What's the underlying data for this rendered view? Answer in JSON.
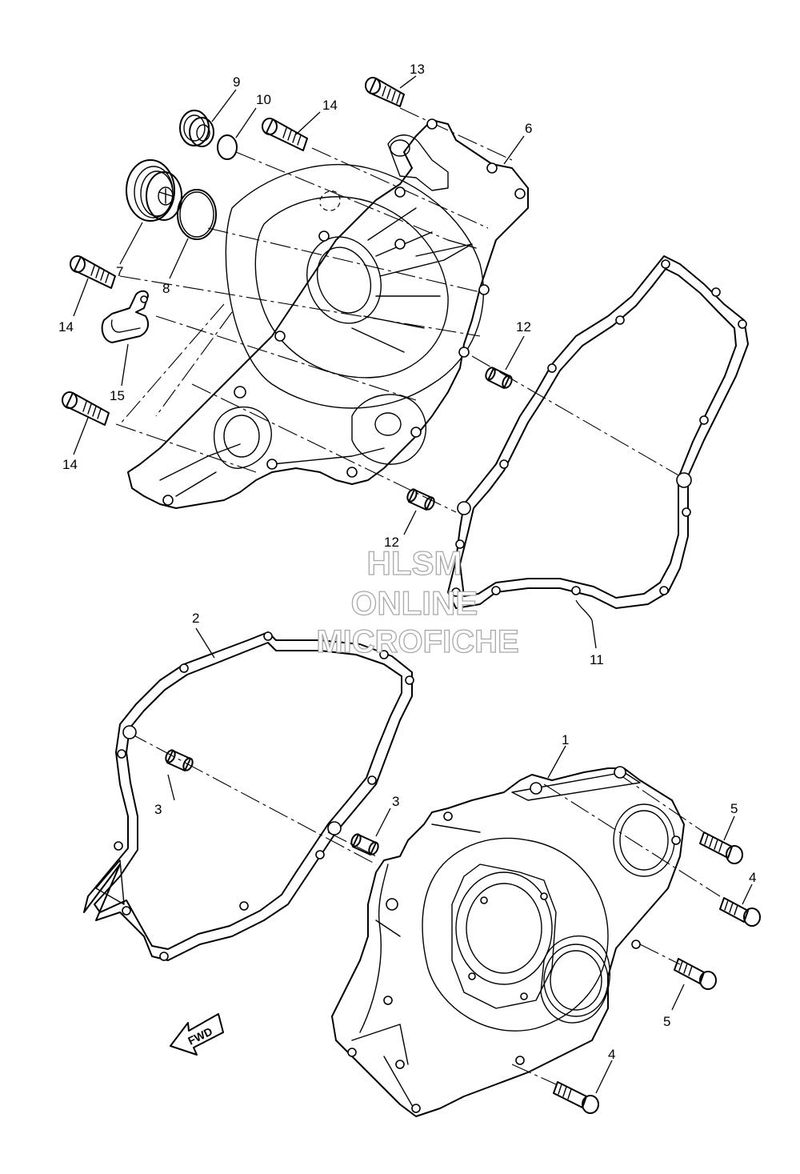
{
  "callouts": {
    "c1": "1",
    "c2": "2",
    "c3a": "3",
    "c3b": "3",
    "c4a": "4",
    "c4b": "4",
    "c5a": "5",
    "c5b": "5",
    "c6": "6",
    "c7": "7",
    "c8": "8",
    "c9": "9",
    "c10": "10",
    "c11": "11",
    "c12a": "12",
    "c12b": "12",
    "c13": "13",
    "c14a": "14",
    "c14b": "14",
    "c14c": "14",
    "c15": "15"
  },
  "watermark": {
    "line1": "HLSM",
    "line2": "ONLINE",
    "line3": "MICROFICHE"
  },
  "fwd_label": "FWD",
  "icons": {
    "fwd_arrow": "fwd-arrow-icon"
  }
}
